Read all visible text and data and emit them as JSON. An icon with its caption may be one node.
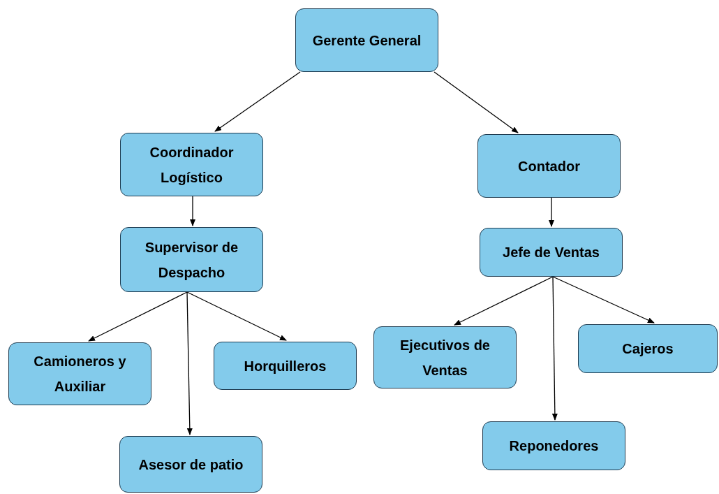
{
  "diagram": {
    "nodes": [
      {
        "text": [
          "Gerente General"
        ]
      },
      {
        "text": [
          "Coordinador Logístico"
        ]
      },
      {
        "text": [
          "Contador"
        ]
      },
      {
        "text": [
          "Supervisor de Despacho"
        ]
      },
      {
        "text": [
          "Jefe de Ventas"
        ]
      },
      {
        "text": [
          "Camioneros y Auxiliar"
        ]
      },
      {
        "text": [
          "Horquilleros"
        ]
      },
      {
        "text": [
          "Asesor de patio"
        ]
      },
      {
        "text": [
          "Ejecutivos de Ventas"
        ]
      },
      {
        "text": [
          "Cajeros"
        ]
      },
      {
        "text": [
          "Reponedores"
        ]
      }
    ],
    "edges": [
      {
        "from": 0,
        "to": 1,
        "arrow": "to"
      },
      {
        "from": 0,
        "to": 2,
        "arrow": "to"
      },
      {
        "from": 1,
        "to": 3,
        "arrow": "to"
      },
      {
        "from": 3,
        "to": 5,
        "arrow": "to"
      },
      {
        "from": 3,
        "to": 7,
        "arrow": "to"
      },
      {
        "from": 3,
        "to": 6,
        "arrow": "to"
      },
      {
        "from": 2,
        "to": 4,
        "arrow": "to"
      },
      {
        "from": 4,
        "to": 8,
        "arrow": "to"
      },
      {
        "from": 4,
        "to": 10,
        "arrow": "to"
      },
      {
        "from": 4,
        "to": 9,
        "arrow": "to"
      }
    ]
  }
}
